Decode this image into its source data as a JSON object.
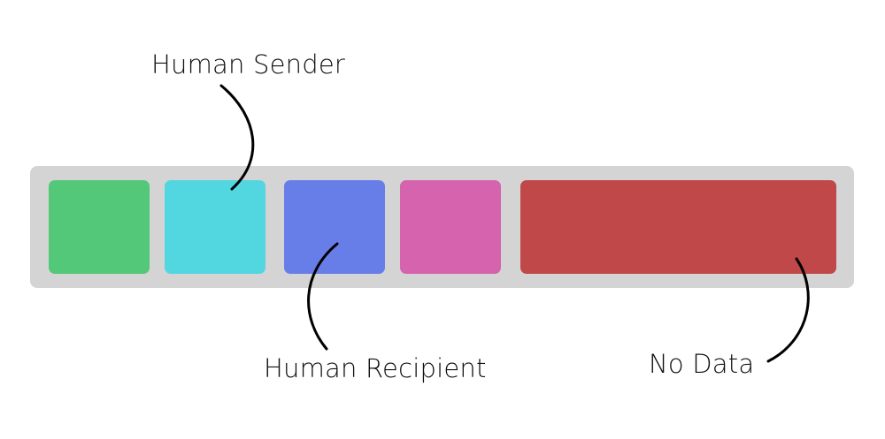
{
  "legend_bar": {
    "segments": [
      {
        "name": "segment-1",
        "color": "#52c878"
      },
      {
        "name": "segment-2",
        "color": "#52d6e0"
      },
      {
        "name": "segment-3",
        "color": "#677ee8"
      },
      {
        "name": "segment-4",
        "color": "#d663ae"
      },
      {
        "name": "segment-5",
        "color": "#c04848"
      }
    ],
    "background_color": "#d4d4d4"
  },
  "annotations": {
    "human_sender": "Human Sender",
    "human_recipient": "Human Recipient",
    "no_data": "No Data"
  }
}
